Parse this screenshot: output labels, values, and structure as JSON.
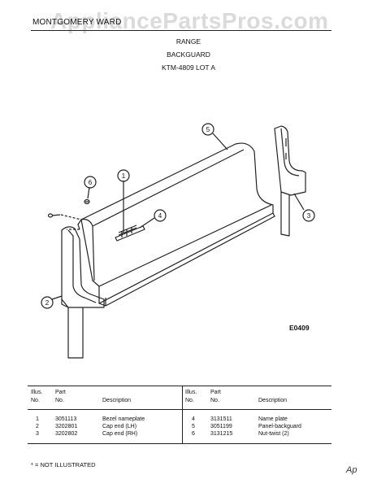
{
  "header": {
    "brand": "MONTGOMERY WARD",
    "watermark": "AppliancePartsPros.com",
    "title": "RANGE",
    "subtitle": "BACKGUARD",
    "model": "KTM-4809 LOT A"
  },
  "diagram": {
    "figure_code": "E0409",
    "callouts": [
      "1",
      "2",
      "3",
      "4",
      "5",
      "6"
    ]
  },
  "parts_table": {
    "headers": {
      "illus": "Illus.",
      "no": "No.",
      "part": "Part",
      "description": "Description"
    },
    "left_rows": [
      {
        "illus": "1",
        "part": "3051113",
        "description": "Bezel nameplate"
      },
      {
        "illus": "2",
        "part": "3202801",
        "description": "Cap end (LH)"
      },
      {
        "illus": "3",
        "part": "3202802",
        "description": "Cap end (RH)"
      }
    ],
    "right_rows": [
      {
        "illus": "4",
        "part": "3131511",
        "description": "Name plate"
      },
      {
        "illus": "5",
        "part": "3051199",
        "description": "Panel-backguard"
      },
      {
        "illus": "6",
        "part": "3131215",
        "description": "Nut-twist (2)"
      }
    ]
  },
  "footer": {
    "note": "* = NOT ILLUSTRATED",
    "mark": "Ap"
  }
}
